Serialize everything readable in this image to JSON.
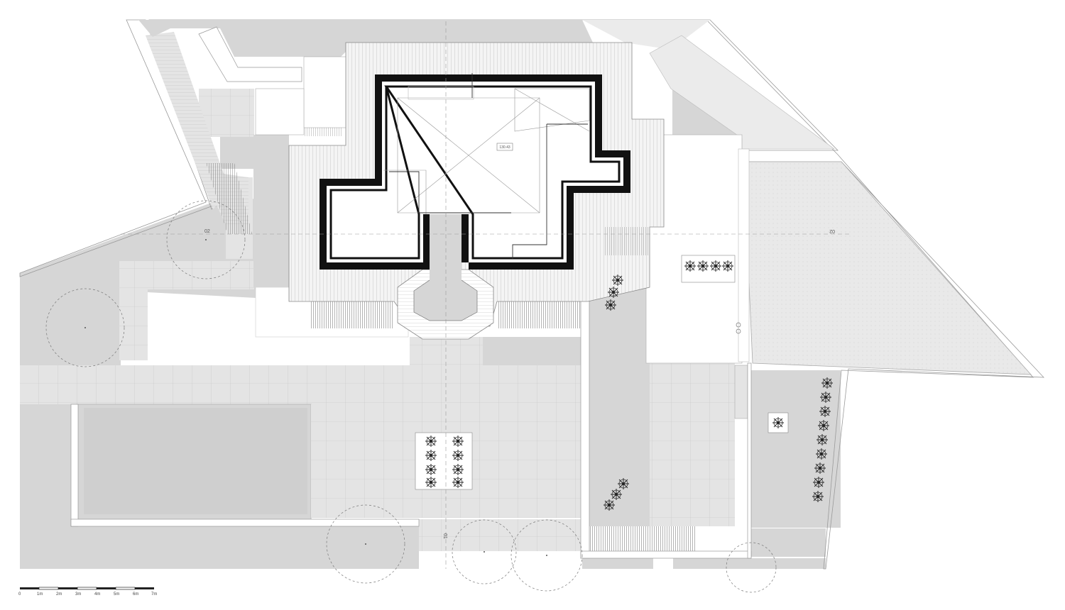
{
  "plan": {
    "roof_level_label": "130.43",
    "section_marks": {
      "left": "02",
      "right": "02",
      "bottom": "01"
    }
  },
  "scale_bar": {
    "labels": [
      "0",
      "1m",
      "2m",
      "3m",
      "4m",
      "5m",
      "6m",
      "7m"
    ]
  },
  "colors": {
    "background": "#ffffff",
    "ground_paving": "#d6d6d6",
    "light_paving": "#e4e4e4",
    "pale_area": "#ebebeb",
    "roof_wall": "#111111",
    "line": "#888888"
  }
}
